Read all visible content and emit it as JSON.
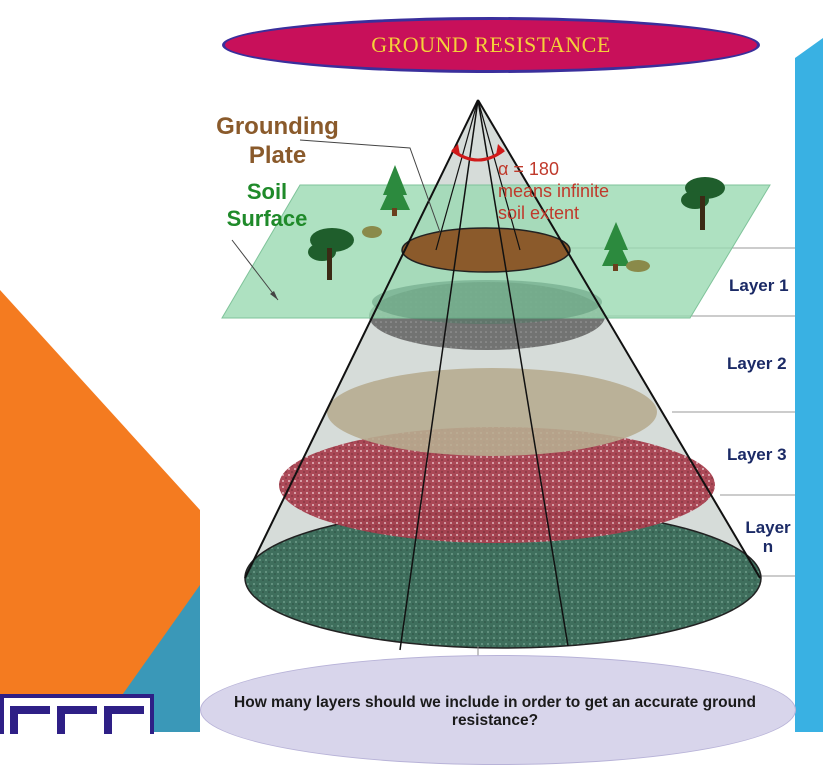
{
  "title": "GROUND RESISTANCE",
  "labels": {
    "grounding_plate": [
      "Grounding",
      "Plate"
    ],
    "soil_surface": [
      "Soil",
      "Surface"
    ],
    "alpha_line1": "α = 180",
    "alpha_line2": "means infinite",
    "alpha_line3": "soil extent"
  },
  "layers": {
    "layer1": "Layer 1",
    "layer2": "Layer 2",
    "layer3": "Layer 3",
    "layern_line1": "Layer",
    "layern_line2": "n"
  },
  "question": "How many layers should we include in order to get an accurate ground resistance?",
  "colors": {
    "title_fill": "#c8105a",
    "title_text": "#f4d13a",
    "soil_plane": "#9ad9b1",
    "plate": "#8b5a2b",
    "layer1": "#6f6f6f",
    "layer2": "#b5aa8e",
    "layer3": "#b0475a",
    "layern": "#3d6e5c",
    "orange_shape": "#f47b20",
    "blue_bar": "#39b1e3",
    "teal_shape": "#3a98b8"
  }
}
